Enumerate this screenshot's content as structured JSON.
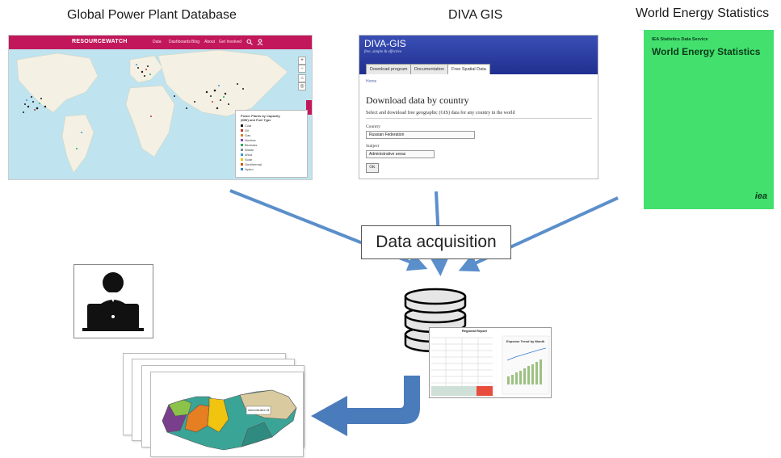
{
  "sources": [
    {
      "title": "Global Power Plant Database"
    },
    {
      "title": "DIVA GIS"
    },
    {
      "title": "World Energy Statistics"
    }
  ],
  "gppd": {
    "brand": "RESOURCEWATCH",
    "nav": [
      "Data",
      "Dashboards",
      "Blog",
      "About",
      "Get Involved"
    ],
    "legend_title": "Power Plants by Capacity (MW) and Fuel Type",
    "legend_items": [
      "Coal",
      "Oil",
      "Gas",
      "Nuclear",
      "Biomass",
      "Waste",
      "Wind",
      "Solar",
      "Geothermal",
      "Hydro"
    ],
    "legend_colors": [
      "#1a1a1a",
      "#c0392b",
      "#e67e22",
      "#8e44ad",
      "#27ae60",
      "#7f8c8d",
      "#3498db",
      "#f1c40f",
      "#d35400",
      "#2e86c1"
    ],
    "zoom": [
      "+",
      "−",
      "⌂",
      "◎"
    ]
  },
  "diva": {
    "logo": "DIVA-GIS",
    "tagline": "free, simple & effective",
    "tabs": [
      "Download program",
      "Documentation",
      "Free Spatial Data"
    ],
    "breadcrumb": "Home",
    "heading": "Download data by country",
    "description": "Select and download free geographic (GIS) data for any country in the world",
    "country_label": "Country",
    "country_value": "Russian Federation",
    "subject_label": "Subject",
    "subject_value": "Administrative areas",
    "ok_label": "OK"
  },
  "iea": {
    "service": "IEA Statistics Data Service",
    "title": "World Energy Statistics",
    "logo": "iea"
  },
  "process": {
    "label": "Data acquisition"
  },
  "spreadsheet": {
    "title": "Regional Report",
    "chart_title": "Expense Trend by Month"
  },
  "map": {
    "callout": "Administrative fill"
  },
  "colors": {
    "arrow": "#5b8fcb",
    "arrow_dark": "#4a7cbc",
    "gppd_bar": "#c2185b",
    "iea_bg": "#43e06e"
  },
  "icons": [
    "user-at-laptop-icon",
    "database-icon",
    "spreadsheet-icon",
    "map-stack-icon"
  ]
}
